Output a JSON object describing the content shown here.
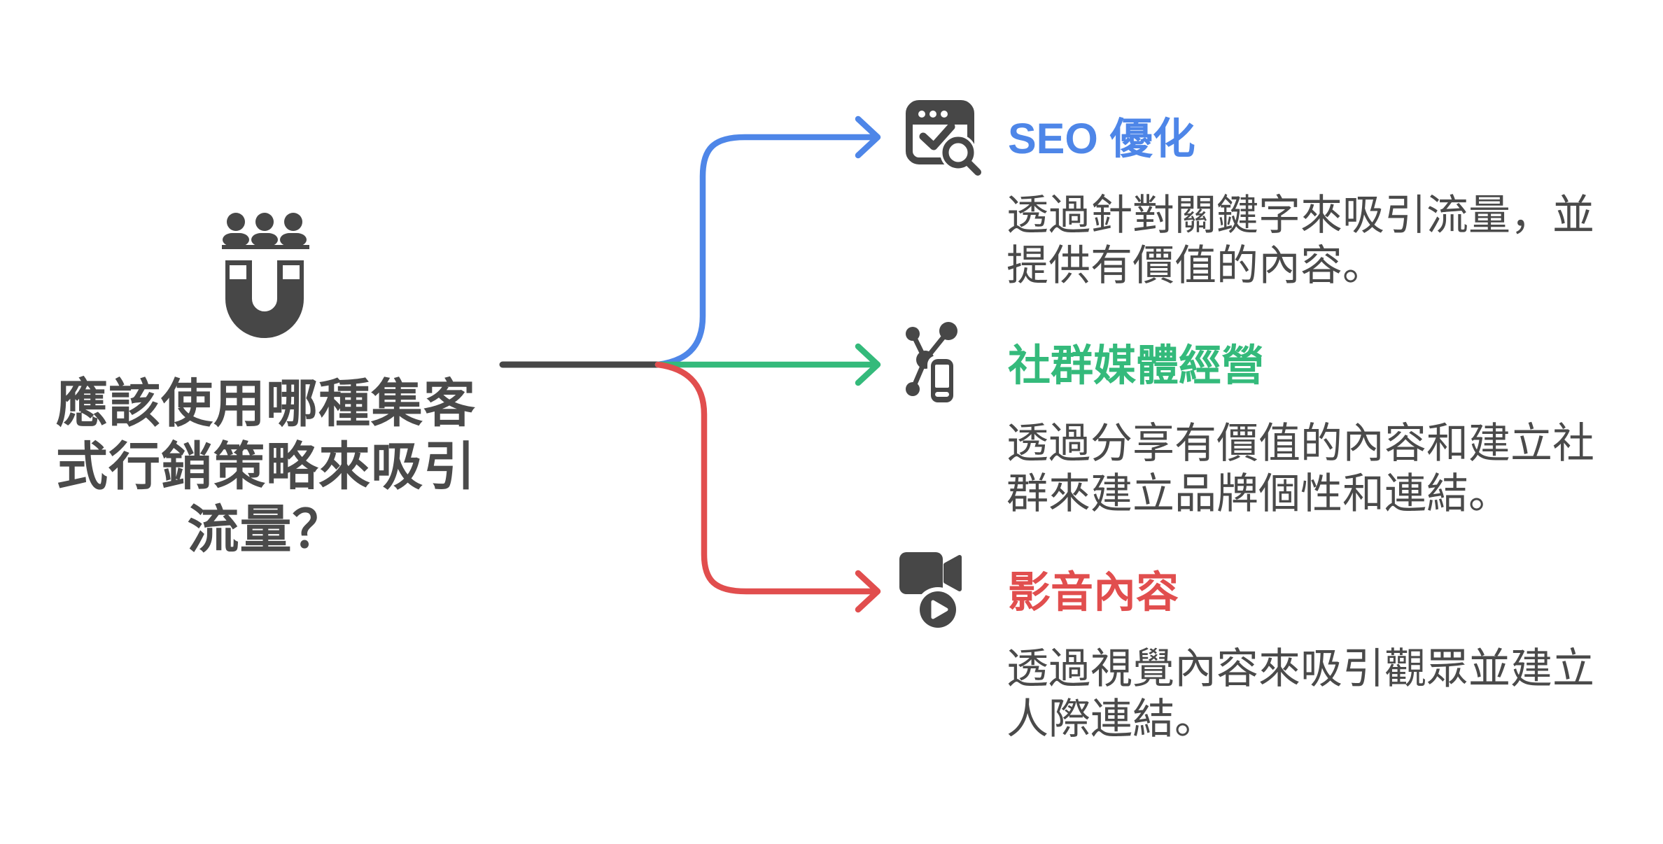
{
  "palette": {
    "dark": "#474747",
    "text": "#4a4a4a",
    "blue": "#4e86e8",
    "green": "#34ba7b",
    "red": "#e14e4e",
    "bg": "#ffffff"
  },
  "root": {
    "icon": "magnet-audience-icon",
    "title_lines": [
      "應該使用哪種集客",
      "式行銷策略來吸引",
      "流量？"
    ]
  },
  "branches": [
    {
      "label": "SEO 優化",
      "icon": "browser-check-search-icon",
      "color": "#4e86e8",
      "desc_lines": [
        "透過針對關鍵字來吸引流量，並",
        "提供有價值的內容。"
      ]
    },
    {
      "label": "社群媒體經營",
      "icon": "share-network-phone-icon",
      "color": "#34ba7b",
      "desc_lines": [
        "透過分享有價值的內容和建立社",
        "群來建立品牌個性和連結。"
      ]
    },
    {
      "label": "影音內容",
      "icon": "video-camera-play-icon",
      "color": "#e14e4e",
      "desc_lines": [
        "透過視覺內容來吸引觀眾並建立",
        "人際連結。"
      ]
    }
  ]
}
